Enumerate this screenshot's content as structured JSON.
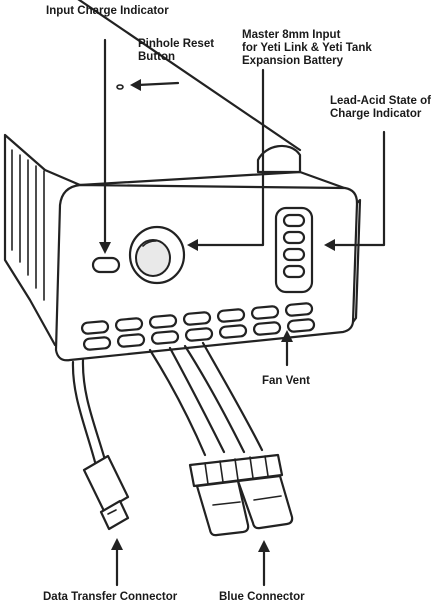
{
  "labels": {
    "input_charge": "Input Charge Indicator",
    "pinhole_reset": [
      "Pinhole Reset",
      "Button"
    ],
    "master_input": [
      "Master 8mm Input",
      "for Yeti Link & Yeti Tank",
      "Expansion Battery"
    ],
    "lead_acid": [
      "Lead-Acid State of",
      "Charge Indicator"
    ],
    "fan_vent": "Fan Vent",
    "data_transfer": "Data Transfer Connector",
    "blue_connector": "Blue Connector"
  },
  "colors": {
    "line": "#222222",
    "background": "#ffffff"
  }
}
